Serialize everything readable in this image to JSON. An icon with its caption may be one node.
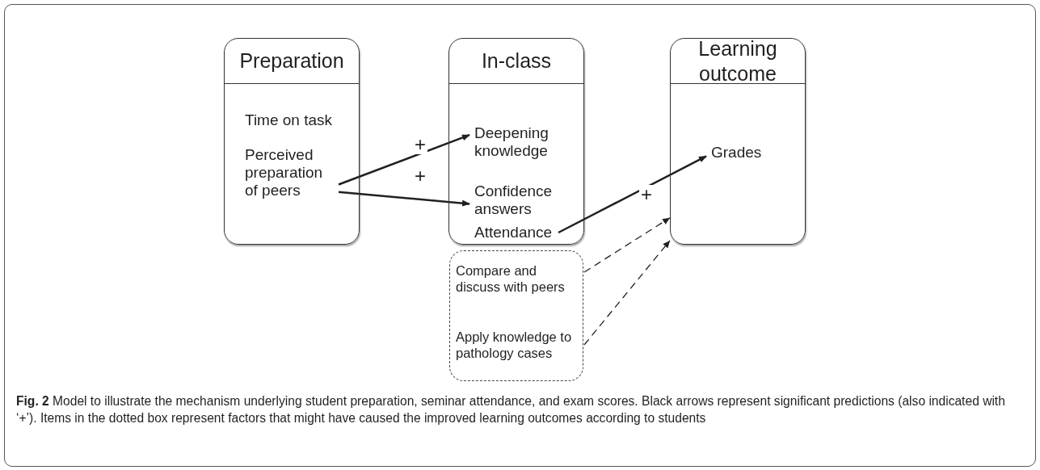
{
  "diagram": {
    "caption": "**Fig. 2** Model to illustrate the mechanism underlying student preparation, seminar attendance, and exam scores. Black arrows represent significant predictions (also indicated with ‘+’). Items in the dotted box represent factors that might have caused the improved learning outcomes according to students",
    "nodes": [
      {
        "text": [
          "Preparation"
        ]
      },
      {
        "text": [
          "Time on task"
        ],
        "in": 0
      },
      {
        "text": [
          "Perceived preparation of peers"
        ],
        "in": 0
      },
      {
        "text": [
          "In-class"
        ]
      },
      {
        "text": [
          "Deepening knowledge"
        ],
        "in": 3
      },
      {
        "text": [
          "Confidence answers"
        ],
        "in": 3
      },
      {
        "text": [
          "Attendance"
        ],
        "in": 3
      },
      {
        "text": [
          "Learning outcome"
        ]
      },
      {
        "text": [
          "Grades"
        ],
        "in": 7
      },
      {
        "text": [],
        "shape": "box"
      },
      {
        "text": [
          "Compare and discuss with peers"
        ],
        "in": 9
      },
      {
        "text": [
          "Apply knowledge to pathology cases"
        ],
        "in": 9
      }
    ],
    "edges": [
      {
        "from": 2,
        "to": 4,
        "arrow": "to",
        "label": "+"
      },
      {
        "from": 2,
        "to": 5,
        "arrow": "to",
        "label": "+"
      },
      {
        "from": 6,
        "to": 8,
        "arrow": "to",
        "label": "+"
      },
      {
        "from": 10,
        "to": 7,
        "arrow": "to",
        "style": "dashed"
      },
      {
        "from": 11,
        "to": 7,
        "arrow": "to",
        "style": "dashed"
      }
    ]
  }
}
